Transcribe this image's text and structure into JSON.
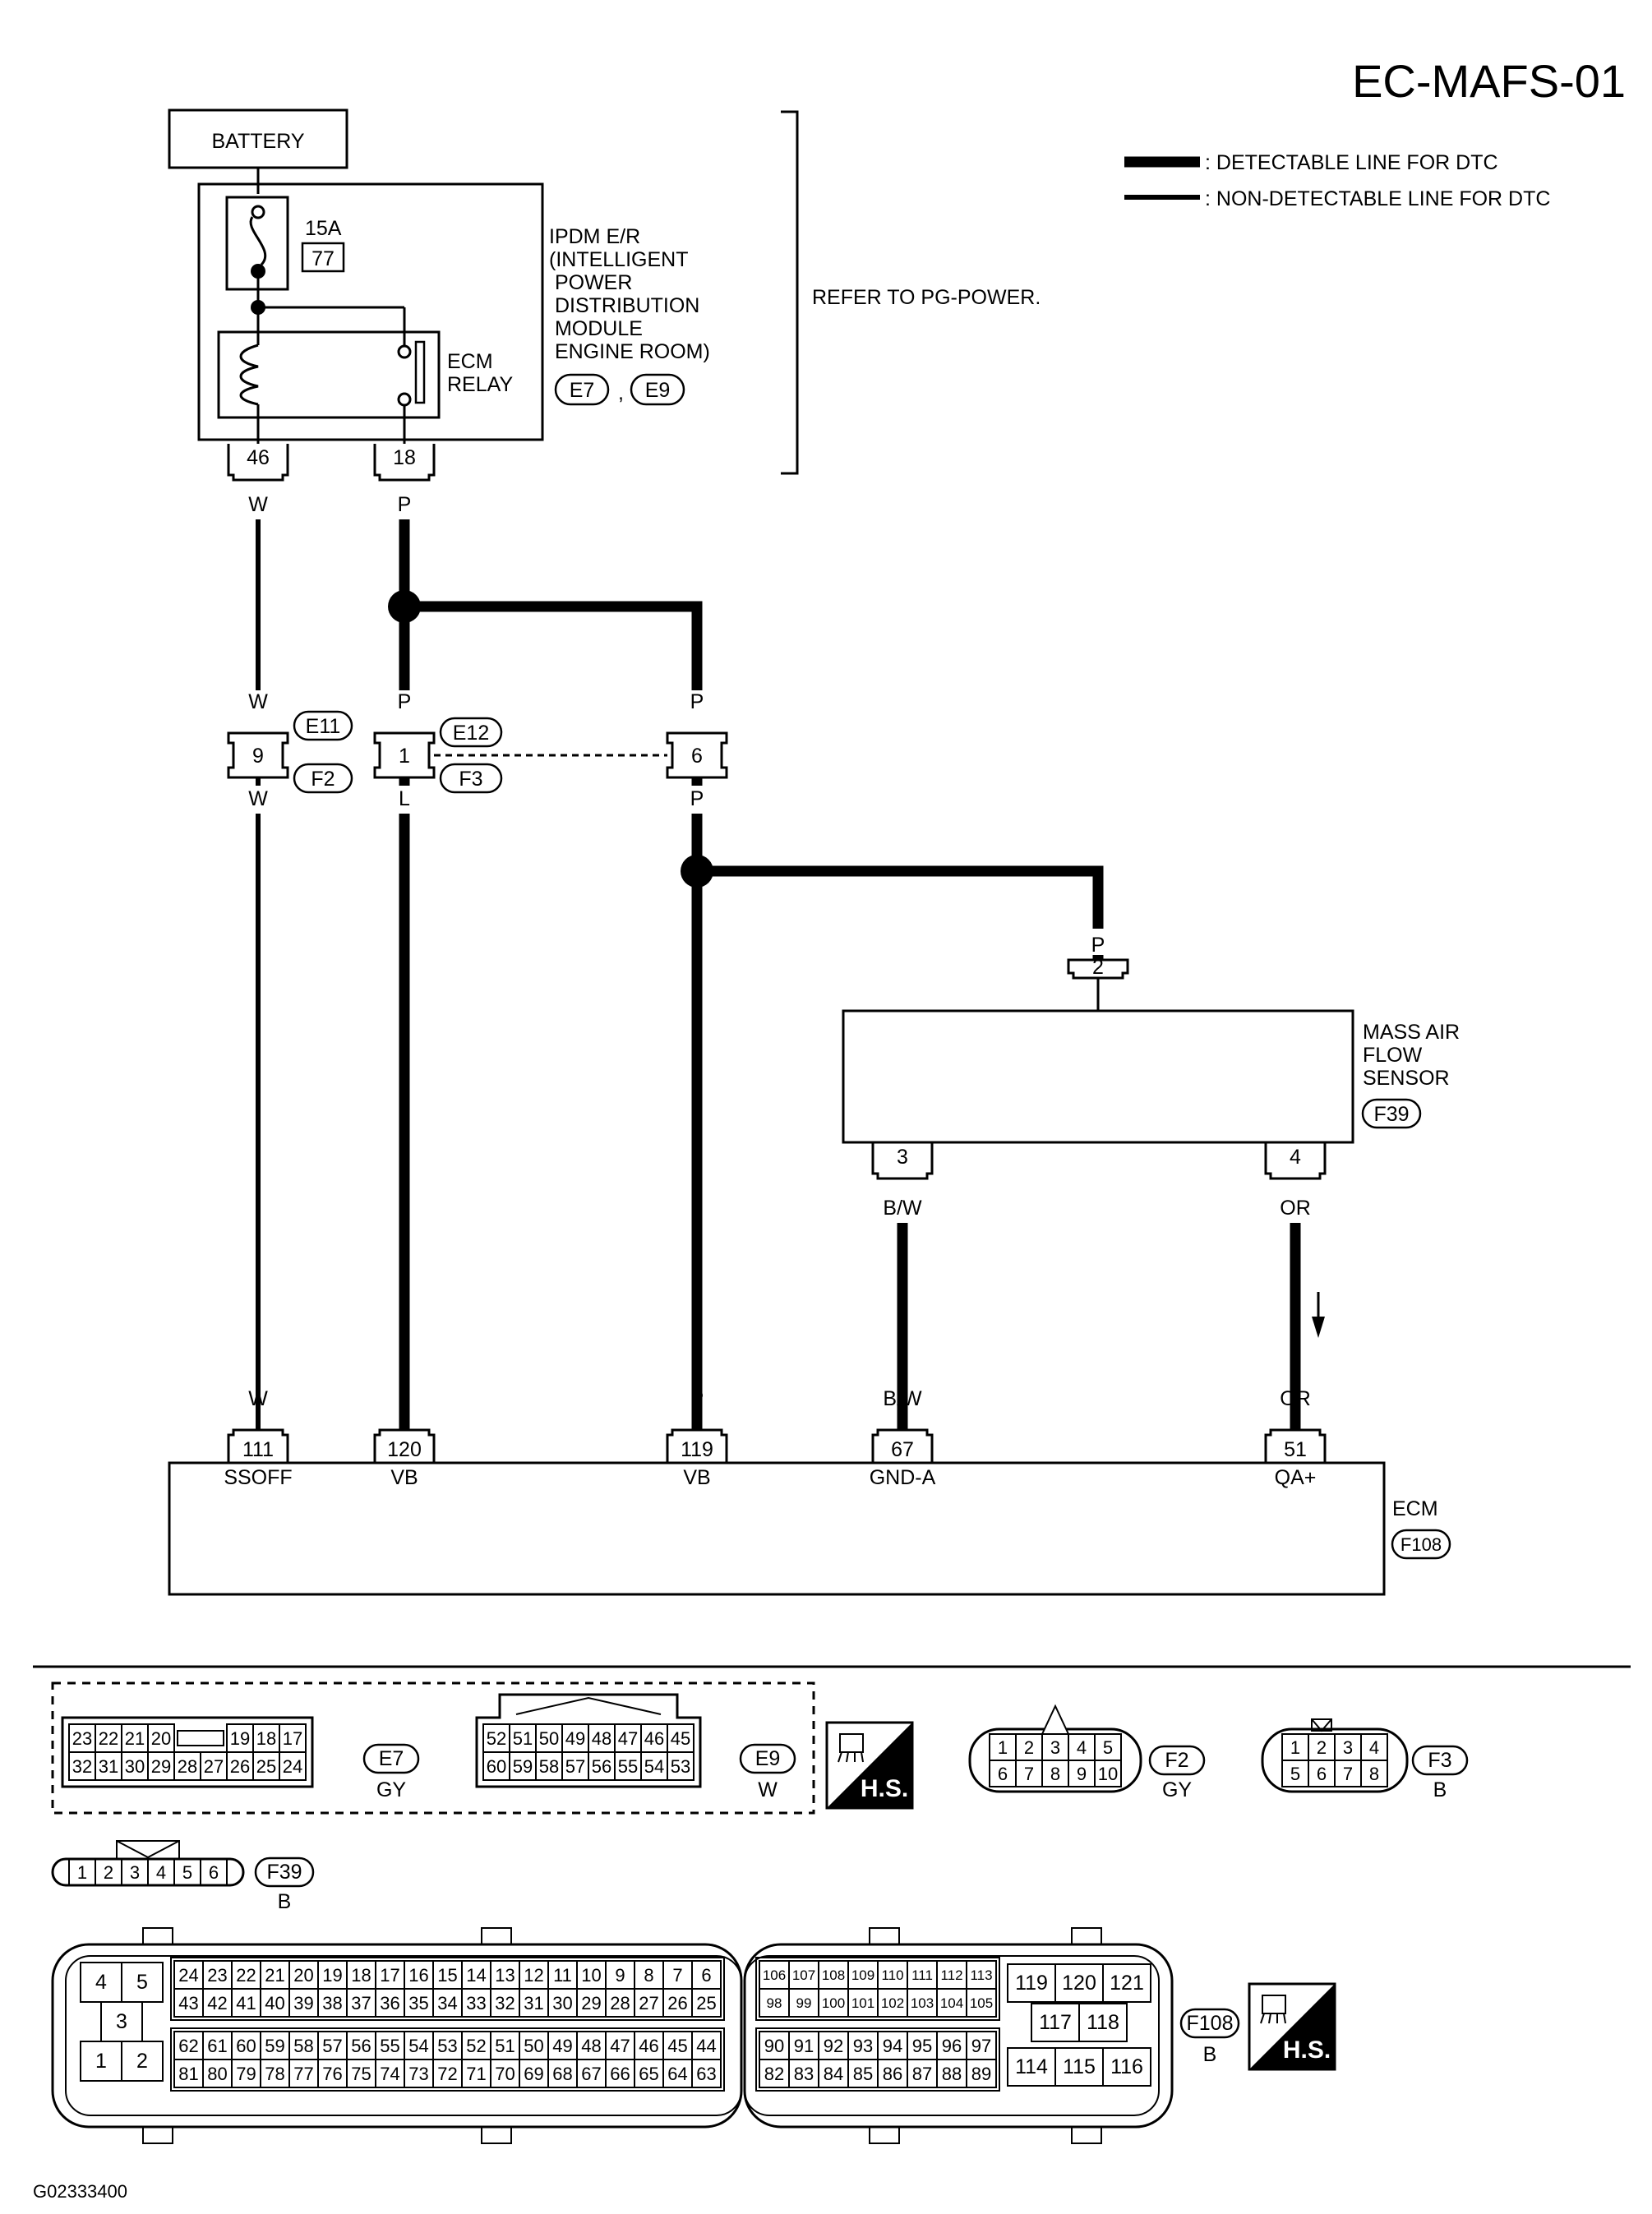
{
  "page": {
    "title": "EC-MAFS-01",
    "figure_code": "G02333400"
  },
  "legend": {
    "detectable": ": DETECTABLE LINE FOR DTC",
    "non_detectable": ": NON-DETECTABLE LINE FOR DTC"
  },
  "battery": {
    "label": "BATTERY"
  },
  "ipdm": {
    "lines": [
      "IPDM E/R",
      "(INTELLIGENT",
      " POWER",
      " DISTRIBUTION",
      " MODULE",
      " ENGINE ROOM)"
    ],
    "fuse_amp": "15A",
    "fuse_no": "77",
    "relay_lines": [
      "ECM",
      "RELAY"
    ],
    "conn_a": "E7",
    "conn_b": "E9",
    "sep": ",",
    "pin_left": "46",
    "pin_right": "18",
    "note": "REFER TO PG-POWER."
  },
  "wires": {
    "w1_top": "W",
    "w1_mid": "W",
    "w1_low": "W",
    "w1_bot": "W",
    "w2_top": "P",
    "w2_mid": "P",
    "w2_low": "L",
    "w2_bot": "L",
    "w3_mid": "P",
    "w3_low": "P",
    "w3_bot": "P",
    "w4_top": "P",
    "w5_top": "B/W",
    "w5_bot": "B/W",
    "w6_top": "OR",
    "w6_bot": "OR"
  },
  "joint": {
    "pin_a": "9",
    "pin_b": "1",
    "pin_c": "6",
    "conn_e11": "E11",
    "conn_f2": "F2",
    "conn_e12": "E12",
    "conn_f3": "F3"
  },
  "maf": {
    "lines": [
      "MASS AIR",
      "FLOW",
      "SENSOR"
    ],
    "conn": "F39",
    "pin_top": "2",
    "pin_left": "3",
    "pin_right": "4"
  },
  "ecm": {
    "label": "ECM",
    "conn": "F108",
    "pins": [
      {
        "no": "111",
        "name": "SSOFF"
      },
      {
        "no": "120",
        "name": "VB"
      },
      {
        "no": "119",
        "name": "VB"
      },
      {
        "no": "67",
        "name": "GND-A"
      },
      {
        "no": "51",
        "name": "QA+"
      }
    ]
  },
  "connectors": {
    "e7": {
      "id": "E7",
      "color": "GY",
      "row1": [
        "23",
        "22",
        "21",
        "20",
        "",
        "19",
        "18",
        "17"
      ],
      "row2": [
        "32",
        "31",
        "30",
        "29",
        "28",
        "27",
        "26",
        "25",
        "24"
      ]
    },
    "e9": {
      "id": "E9",
      "color": "W",
      "row1": [
        "52",
        "51",
        "50",
        "49",
        "48",
        "47",
        "46",
        "45"
      ],
      "row2": [
        "60",
        "59",
        "58",
        "57",
        "56",
        "55",
        "54",
        "53"
      ]
    },
    "hs": "H.S.",
    "f2": {
      "id": "F2",
      "color": "GY",
      "row1": [
        "1",
        "2",
        "3",
        "4",
        "5"
      ],
      "row2": [
        "6",
        "7",
        "8",
        "9",
        "10"
      ]
    },
    "f3": {
      "id": "F3",
      "color": "B",
      "row1": [
        "1",
        "2",
        "3",
        "4"
      ],
      "row2": [
        "5",
        "6",
        "7",
        "8"
      ]
    },
    "f39": {
      "id": "F39",
      "color": "B",
      "row": [
        "1",
        "2",
        "3",
        "4",
        "5",
        "6"
      ]
    },
    "f108": {
      "id": "F108",
      "color": "B",
      "left_top": [
        "4",
        "5"
      ],
      "left_mid": "3",
      "left_bot": [
        "1",
        "2"
      ],
      "a1": [
        "24",
        "23",
        "22",
        "21",
        "20",
        "19",
        "18",
        "17",
        "16",
        "15",
        "14",
        "13",
        "12",
        "11",
        "10",
        "9",
        "8",
        "7",
        "6"
      ],
      "a2": [
        "43",
        "42",
        "41",
        "40",
        "39",
        "38",
        "37",
        "36",
        "35",
        "34",
        "33",
        "32",
        "31",
        "30",
        "29",
        "28",
        "27",
        "26",
        "25"
      ],
      "a3": [
        "62",
        "61",
        "60",
        "59",
        "58",
        "57",
        "56",
        "55",
        "54",
        "53",
        "52",
        "51",
        "50",
        "49",
        "48",
        "47",
        "46",
        "45",
        "44"
      ],
      "a4": [
        "81",
        "80",
        "79",
        "78",
        "77",
        "76",
        "75",
        "74",
        "73",
        "72",
        "71",
        "70",
        "69",
        "68",
        "67",
        "66",
        "65",
        "64",
        "63"
      ],
      "b1": [
        "106",
        "107",
        "108",
        "109",
        "110",
        "111",
        "112",
        "113"
      ],
      "b2": [
        "98",
        "99",
        "100",
        "101",
        "102",
        "103",
        "104",
        "105"
      ],
      "b3": [
        "90",
        "91",
        "92",
        "93",
        "94",
        "95",
        "96",
        "97"
      ],
      "b4": [
        "82",
        "83",
        "84",
        "85",
        "86",
        "87",
        "88",
        "89"
      ],
      "c_top": [
        "119",
        "120",
        "121"
      ],
      "c_mid": [
        "117",
        "118"
      ],
      "c_bot": [
        "114",
        "115",
        "116"
      ]
    }
  }
}
